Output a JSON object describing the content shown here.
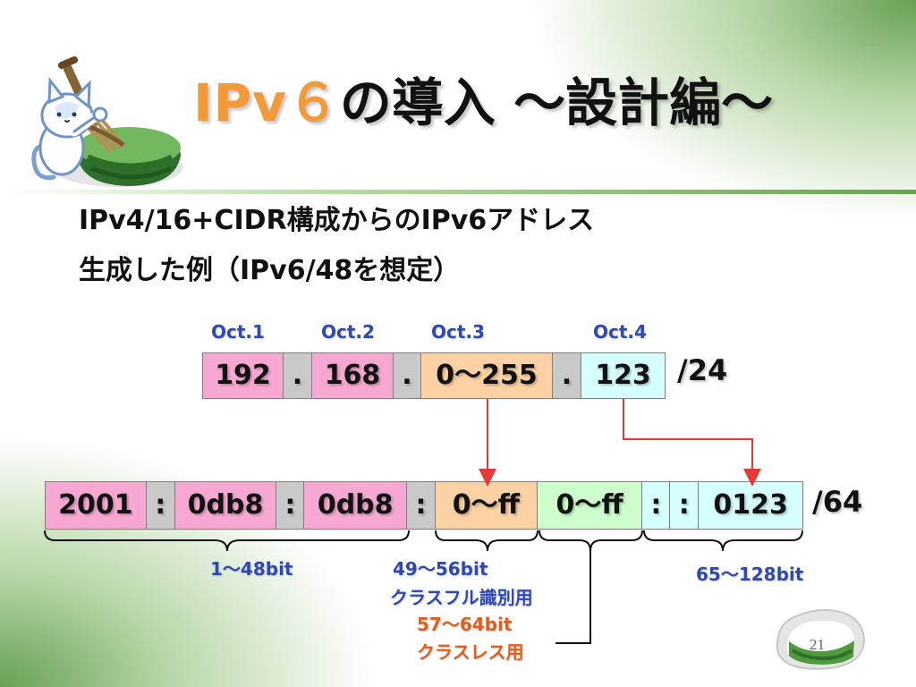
{
  "slide": {
    "title_prefix": "IPv６",
    "title_rest": "の導入 〜設計編〜",
    "subtitle_line1": "IPv4/16+CIDR構成からのIPv6アドレス",
    "subtitle_line2": "生成した例（IPv6/48を想定）",
    "page_number": "21"
  },
  "ipv4": {
    "oct_labels": [
      "Oct.1",
      "Oct.2",
      "Oct.3",
      "Oct.4"
    ],
    "cells": [
      "192",
      ".",
      "168",
      ".",
      "0〜255",
      ".",
      "123"
    ],
    "prefix": "/24"
  },
  "ipv6": {
    "cells": [
      "2001",
      ":",
      "0db8",
      ":",
      "0db8",
      ":",
      "0〜ff",
      "0〜ff",
      ":",
      ":",
      "0123"
    ],
    "prefix": "/64"
  },
  "annotations": {
    "bits_1_48": "1〜48bit",
    "bits_49_56": "49〜56bit",
    "classful_use": "クラスフル識別用",
    "bits_57_64": "57〜64bit",
    "classless_use": "クラスレス用",
    "bits_65_128": "65〜128bit"
  },
  "colors": {
    "title_accent": "#f29a3a",
    "pink": "#f7a8d2",
    "gray": "#c9c9c9",
    "orange": "#fcd1a3",
    "cyan": "#d6ffff",
    "green": "#ccffcc",
    "blue_text": "#2e48b8",
    "orange_text": "#e55b17",
    "arrow": "#e53935"
  },
  "icons": {
    "mascot": "cat-mascot-icon",
    "tea_bowl": "matcha-bowl-icon",
    "whisk": "bamboo-whisk-icon",
    "badge": "tea-bowl-page-badge-icon"
  }
}
